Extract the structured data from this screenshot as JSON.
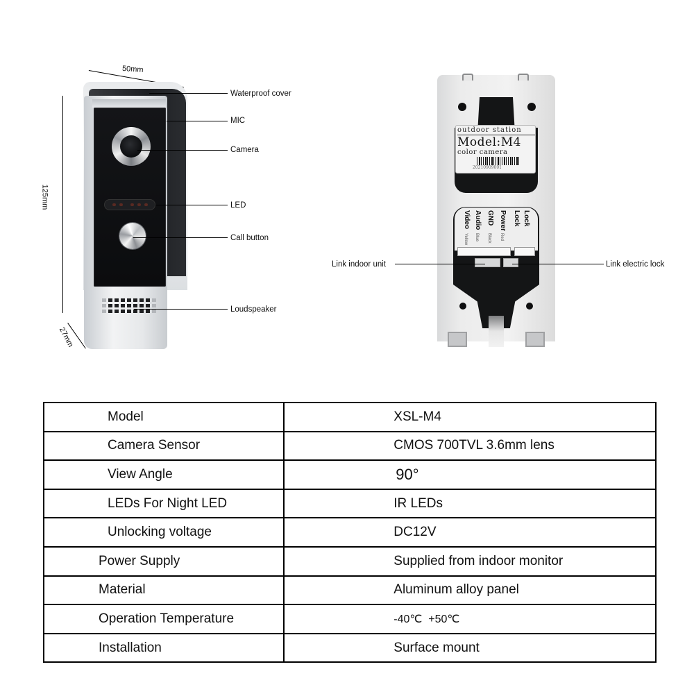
{
  "front_view": {
    "dimensions": {
      "width": "50mm",
      "height": "125mm",
      "depth": "27mm"
    },
    "callouts": [
      {
        "label": "Waterproof cover"
      },
      {
        "label": "MIC"
      },
      {
        "label": "Camera"
      },
      {
        "label": "LED"
      },
      {
        "label": "Call button"
      },
      {
        "label": "Loudspeaker"
      }
    ]
  },
  "back_view": {
    "sticker": {
      "line1": "outdoor station",
      "line2": "Model:M4",
      "line3": "color camera",
      "serial": "20210909001"
    },
    "terminals": [
      {
        "name": "Video",
        "wire": "Yellow"
      },
      {
        "name": "Audio",
        "wire": "Blue"
      },
      {
        "name": "GND",
        "wire": "Black"
      },
      {
        "name": "Power",
        "wire": "Red"
      },
      {
        "name": "Lock",
        "wire": "-"
      },
      {
        "name": "Lock",
        "wire": "+"
      }
    ],
    "callouts": [
      {
        "label": "Link indoor unit"
      },
      {
        "label": "Link electric lock"
      }
    ]
  },
  "specs": {
    "rows": [
      {
        "key": "Model",
        "value": "XSL-M4"
      },
      {
        "key": "Camera Sensor",
        "value": "CMOS 700TVL 3.6mm lens"
      },
      {
        "key": "View Angle",
        "value": "90°"
      },
      {
        "key": "LEDs For Night LED",
        "value": "IR LEDs"
      },
      {
        "key": "Unlocking voltage",
        "value": "DC12V"
      },
      {
        "key": "Power Supply",
        "value": "Supplied from indoor monitor"
      },
      {
        "key": "Material",
        "value": "Aluminum alloy panel"
      },
      {
        "key": "Operation Temperature",
        "value": "-40℃  +50℃"
      },
      {
        "key": "Installation",
        "value": "Surface mount"
      }
    ]
  }
}
